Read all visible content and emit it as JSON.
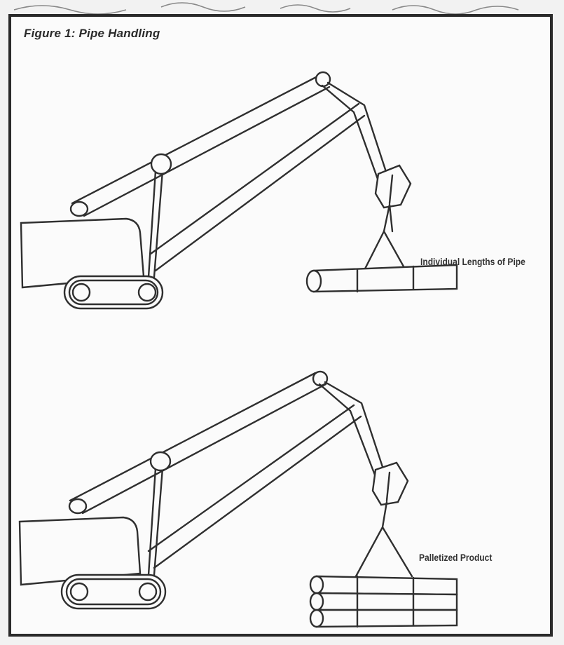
{
  "figure": {
    "title": "Figure 1: Pipe Handling",
    "panels": [
      {
        "label": "Individual Lengths of Pipe"
      },
      {
        "label": "Palletized Product"
      }
    ]
  }
}
